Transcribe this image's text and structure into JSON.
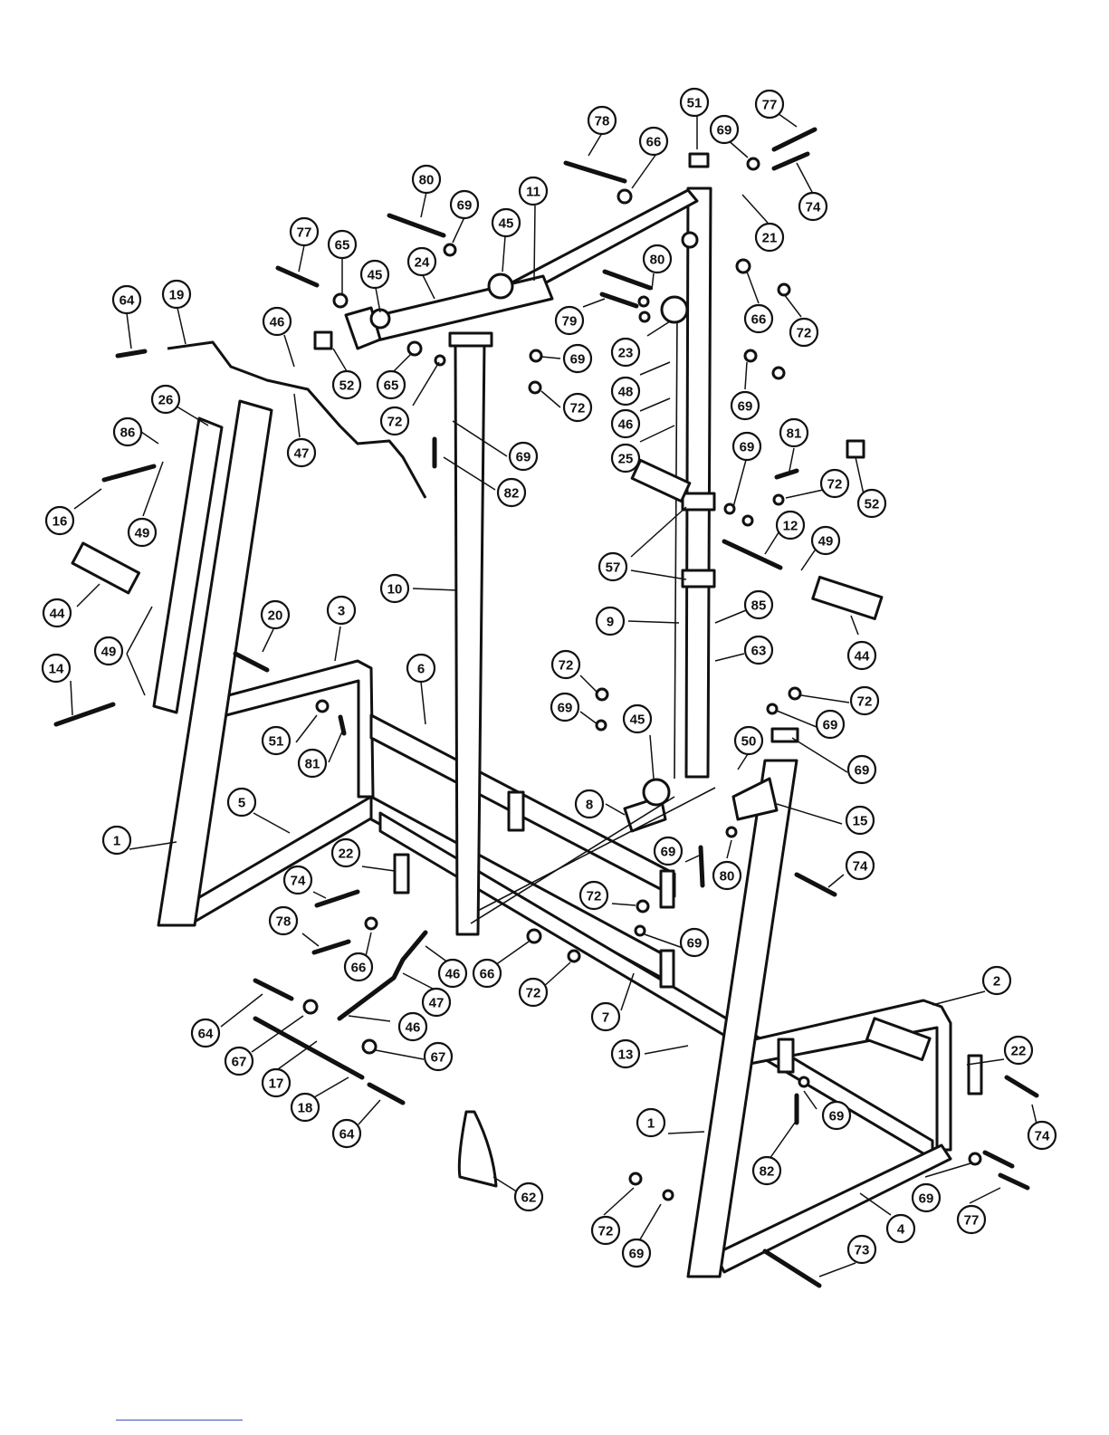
{
  "colors": {
    "ink": "#111111",
    "paper": "#ffffff",
    "footer_rule": "#3b4fc7"
  },
  "callouts": [
    {
      "label": "78"
    },
    {
      "label": "51"
    },
    {
      "label": "77"
    },
    {
      "label": "66"
    },
    {
      "label": "69"
    },
    {
      "label": "74"
    },
    {
      "label": "80"
    },
    {
      "label": "69"
    },
    {
      "label": "45"
    },
    {
      "label": "11"
    },
    {
      "label": "21"
    },
    {
      "label": "77"
    },
    {
      "label": "65"
    },
    {
      "label": "45"
    },
    {
      "label": "24"
    },
    {
      "label": "80"
    },
    {
      "label": "66"
    },
    {
      "label": "72"
    },
    {
      "label": "64"
    },
    {
      "label": "19"
    },
    {
      "label": "46"
    },
    {
      "label": "79"
    },
    {
      "label": "23"
    },
    {
      "label": "52"
    },
    {
      "label": "65"
    },
    {
      "label": "72"
    },
    {
      "label": "69"
    },
    {
      "label": "72"
    },
    {
      "label": "69"
    },
    {
      "label": "48"
    },
    {
      "label": "46"
    },
    {
      "label": "26"
    },
    {
      "label": "86"
    },
    {
      "label": "47"
    },
    {
      "label": "69"
    },
    {
      "label": "82"
    },
    {
      "label": "25"
    },
    {
      "label": "81"
    },
    {
      "label": "69"
    },
    {
      "label": "72"
    },
    {
      "label": "52"
    },
    {
      "label": "16"
    },
    {
      "label": "49"
    },
    {
      "label": "12"
    },
    {
      "label": "57"
    },
    {
      "label": "49"
    },
    {
      "label": "44"
    },
    {
      "label": "10"
    },
    {
      "label": "9"
    },
    {
      "label": "85"
    },
    {
      "label": "20"
    },
    {
      "label": "3"
    },
    {
      "label": "44"
    },
    {
      "label": "63"
    },
    {
      "label": "49"
    },
    {
      "label": "14"
    },
    {
      "label": "6"
    },
    {
      "label": "72"
    },
    {
      "label": "72"
    },
    {
      "label": "69"
    },
    {
      "label": "45"
    },
    {
      "label": "69"
    },
    {
      "label": "51"
    },
    {
      "label": "50"
    },
    {
      "label": "69"
    },
    {
      "label": "81"
    },
    {
      "label": "5"
    },
    {
      "label": "8"
    },
    {
      "label": "15"
    },
    {
      "label": "1"
    },
    {
      "label": "22"
    },
    {
      "label": "74"
    },
    {
      "label": "69"
    },
    {
      "label": "80"
    },
    {
      "label": "74"
    },
    {
      "label": "72"
    },
    {
      "label": "78"
    },
    {
      "label": "69"
    },
    {
      "label": "66"
    },
    {
      "label": "46"
    },
    {
      "label": "66"
    },
    {
      "label": "72"
    },
    {
      "label": "47"
    },
    {
      "label": "7"
    },
    {
      "label": "2"
    },
    {
      "label": "64"
    },
    {
      "label": "46"
    },
    {
      "label": "67"
    },
    {
      "label": "67"
    },
    {
      "label": "13"
    },
    {
      "label": "22"
    },
    {
      "label": "17"
    },
    {
      "label": "18"
    },
    {
      "label": "64"
    },
    {
      "label": "1"
    },
    {
      "label": "69"
    },
    {
      "label": "74"
    },
    {
      "label": "82"
    },
    {
      "label": "62"
    },
    {
      "label": "69"
    },
    {
      "label": "77"
    },
    {
      "label": "72"
    },
    {
      "label": "4"
    },
    {
      "label": "69"
    },
    {
      "label": "73"
    }
  ]
}
